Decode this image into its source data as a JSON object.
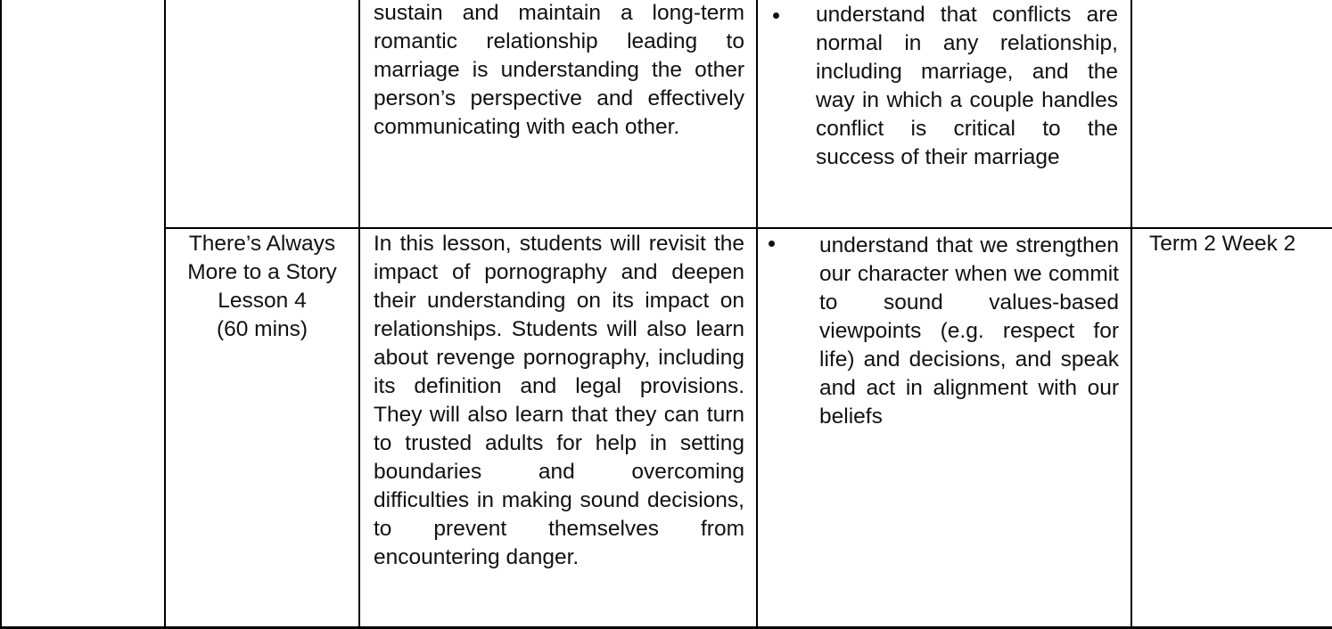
{
  "table": {
    "row1": {
      "description": "sustain and maintain a long-term romantic relationship leading to marriage is understanding the other person’s perspective and effectively communicating with each other.",
      "outcome": "understand that conflicts are normal in any relationship, including marriage, and the way in which a couple handles conflict is critical to the success of their marriage"
    },
    "row2": {
      "lesson_title": "There’s Always More to a Story",
      "lesson_number": "Lesson 4",
      "lesson_duration": "(60 mins)",
      "description": "In this lesson, students will revisit the impact of pornography and deepen their understanding on its impact on relationships. Students will also learn about revenge pornography, including its definition and legal provisions. They will also learn that they can turn to trusted adults for help in setting boundaries and overcoming difficulties in making sound decisions, to prevent themselves from encountering danger.",
      "outcome": "understand that we strengthen our character when we commit to sound values-based viewpoints (e.g. respect for life) and decisions, and speak and act in alignment with our beliefs",
      "timing": "Term 2 Week 2"
    }
  }
}
